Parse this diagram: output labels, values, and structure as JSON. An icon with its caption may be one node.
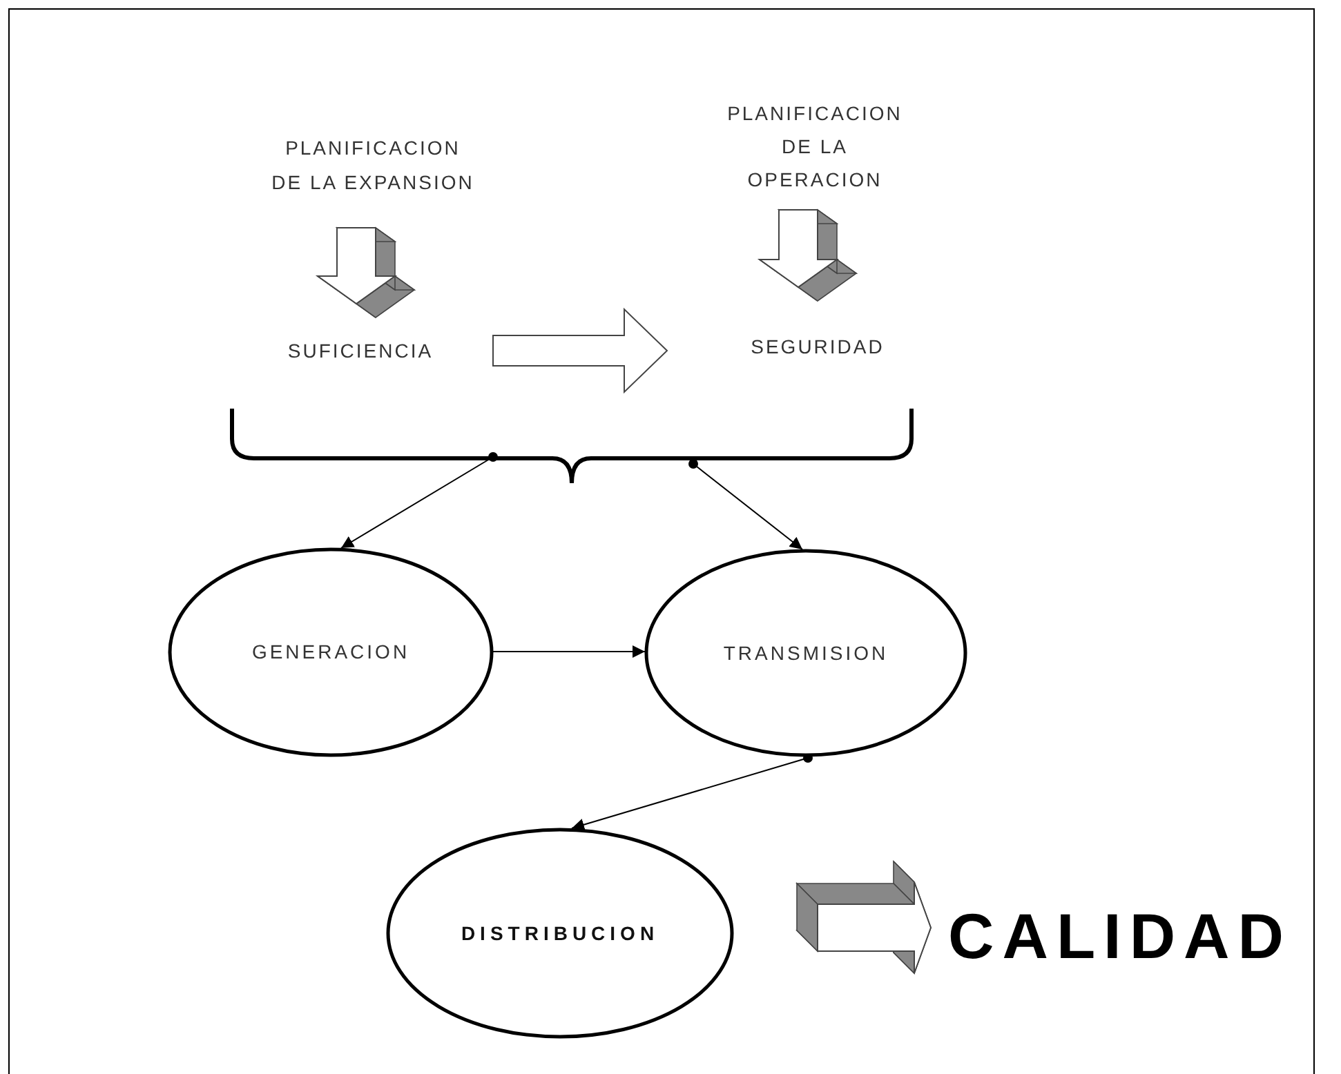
{
  "diagram": {
    "nodes": [
      {
        "text": [
          "PLANIFICACION DE LA EXPANSION"
        ]
      },
      {
        "text": [
          "SUFICIENCIA"
        ]
      },
      {
        "text": [
          "PLANIFICACION DE LA OPERACION"
        ]
      },
      {
        "text": [
          "SEGURIDAD"
        ]
      },
      {
        "text": [],
        "shape": "brace"
      },
      {
        "text": [
          "GENERACION"
        ]
      },
      {
        "text": [
          "TRANSMISION"
        ]
      },
      {
        "text": [
          "DISTRIBUCION"
        ]
      },
      {
        "text": [
          "CALIDAD"
        ]
      }
    ],
    "edges": [
      {
        "from": 0,
        "to": 1,
        "arrow": "to",
        "style": "thick"
      },
      {
        "from": 2,
        "to": 3,
        "arrow": "to",
        "style": "thick"
      },
      {
        "from": 1,
        "to": 3,
        "arrow": "to",
        "style": "thick"
      },
      {
        "from": 4,
        "to": 5,
        "arrow": "to"
      },
      {
        "from": 4,
        "to": 6,
        "arrow": "to"
      },
      {
        "from": 5,
        "to": 6,
        "arrow": "to"
      },
      {
        "from": 6,
        "to": 7,
        "arrow": "to"
      },
      {
        "from": 7,
        "to": 8,
        "arrow": "to",
        "style": "thick"
      }
    ]
  }
}
